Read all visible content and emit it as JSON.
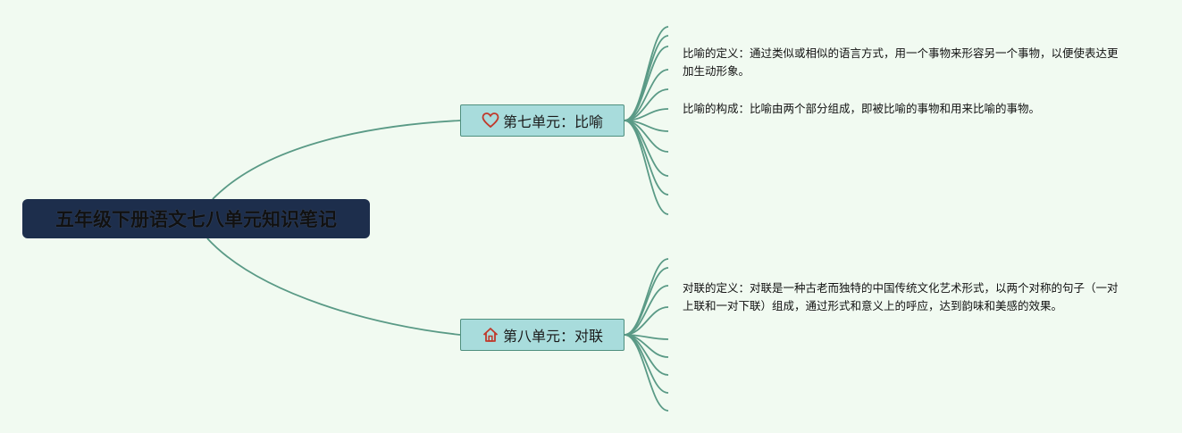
{
  "root": {
    "title": "五年级下册语文七八单元知识笔记"
  },
  "branches": [
    {
      "label": "第七单元：比喻",
      "icon": "heart-icon",
      "icon_color": "#c0392b",
      "notes": [
        "比喻的定义：通过类似或相似的语言方式，用一个事物来形容另一个事物，以便使表达更加生动形象。",
        "比喻的构成：比喻由两个部分组成，即被比喻的事物和用来比喻的事物。"
      ]
    },
    {
      "label": "第八单元：对联",
      "icon": "house-icon",
      "icon_color": "#c0392b",
      "notes": [
        "对联的定义：对联是一种古老而独特的中国传统文化艺术形式，以两个对称的句子（一对上联和一对下联）组成，通过形式和意义上的呼应，达到韵味和美感的效果。"
      ]
    }
  ],
  "colors": {
    "line": "#5a9a86",
    "background": "#f1faf1",
    "root_fill": "#1d2e4c",
    "branch_fill": "#a8dcdc"
  }
}
